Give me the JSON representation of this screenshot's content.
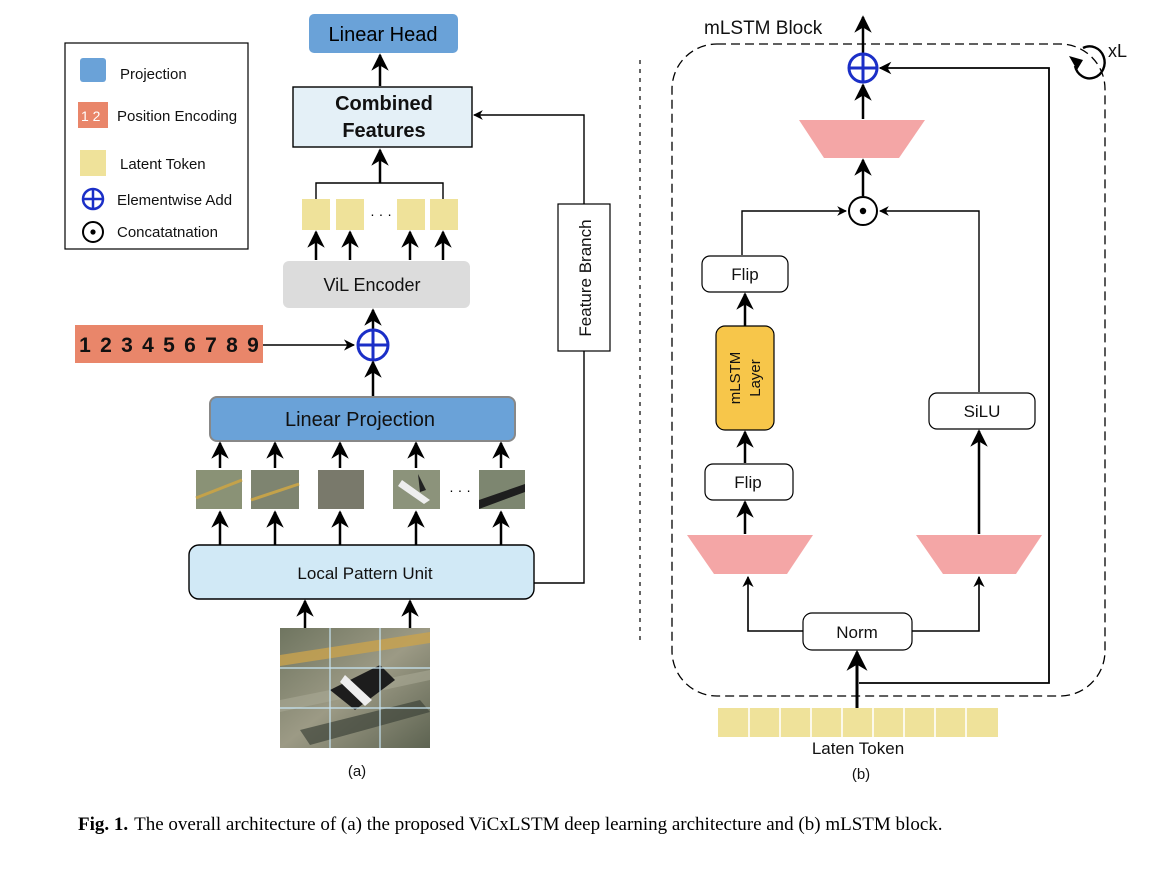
{
  "legend": {
    "projection": "Projection",
    "position_encoding": "Position Encoding",
    "position_encoding_digits": "1 2",
    "latent_token": "Latent Token",
    "elementwise_add": "Elementwise Add",
    "concatenation": "Concatatnation"
  },
  "panel_a": {
    "linear_head": "Linear Head",
    "combined_features_line1": "Combined",
    "combined_features_line2": "Features",
    "vil_encoder": "ViL Encoder",
    "feature_branch": "Feature Branch",
    "position_digits": [
      "1",
      "2",
      "3",
      "4",
      "5",
      "6",
      "7",
      "8",
      "9"
    ],
    "token_ellipsis": "· · ·",
    "patch_ellipsis": "· · ·",
    "linear_projection": "Linear Projection",
    "local_pattern_unit": "Local Pattern Unit",
    "label": "(a)"
  },
  "panel_b": {
    "title": "mLSTM Block",
    "repeat": "xL",
    "flip_top": "Flip",
    "mlstm_layer_line1": "mLSTM",
    "mlstm_layer_line2": "Layer",
    "flip_bottom": "Flip",
    "silu": "SiLU",
    "norm": "Norm",
    "laten_token": "Laten Token",
    "label": "(b)"
  },
  "caption": {
    "prefix": "Fig. 1.",
    "text": "The overall architecture of (a) the proposed ViCxLSTM deep learning architecture and (b) mLSTM block."
  },
  "colors": {
    "projection_blue": "#6aa2d8",
    "position_orange": "#e9866a",
    "latent_yellow": "#efe29a",
    "light_blue": "#d7ebf6",
    "encoder_gray": "#dcdcdc",
    "mlstm_orange": "#f7c64a",
    "trapezoid_pink": "#f4a6a6",
    "add_blue": "#1b2fc7"
  }
}
